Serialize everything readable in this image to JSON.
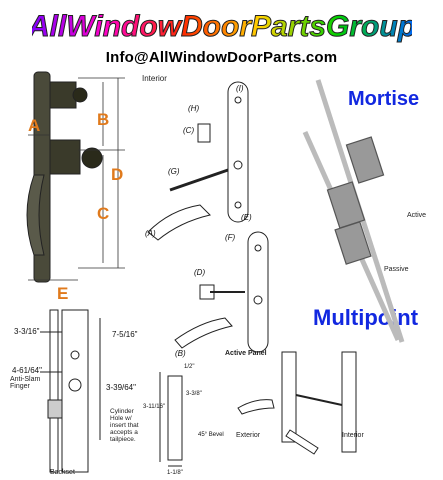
{
  "logo": {
    "text": "AllWindowDoorPartsGroup"
  },
  "email": "Info@AllWindowDoorParts.com",
  "labels": {
    "mortise": "Mortise",
    "multipoint": "Multipoint",
    "interior_top": "Interior",
    "active_panel": "Active Panel",
    "exterior": "Exterior",
    "interior_bottom": "Interior",
    "active": "Active",
    "passive": "Passive",
    "backset": "Backset",
    "anti_slam": "Anti-Slam\nFinger",
    "cylinder_note": "Cylinder\nHole w/\ninsert that\naccepts a\ntailpiece."
  },
  "dimensions": {
    "A": "A",
    "B": "B",
    "C": "C",
    "D": "D",
    "E": "E",
    "d1": "3-3/16\"",
    "d2": "4-61/64\"",
    "d3": "7-5/16\"",
    "d4": "3-39/64\"",
    "d5": "1/2\"",
    "d6": "3-11/16\"",
    "d7": "3-3/8\"",
    "d8": "45° Bevel",
    "d9": "1-1/8\""
  },
  "parts": {
    "H": "(H)",
    "C": "(C)",
    "G": "(G)",
    "A": "(A)",
    "I": "(I)",
    "D": "(D)",
    "E": "(E)",
    "F": "(F)",
    "B": "(B)"
  },
  "colors": {
    "blue_label": "#1228e0",
    "dim_orange": "#e07a1c"
  }
}
